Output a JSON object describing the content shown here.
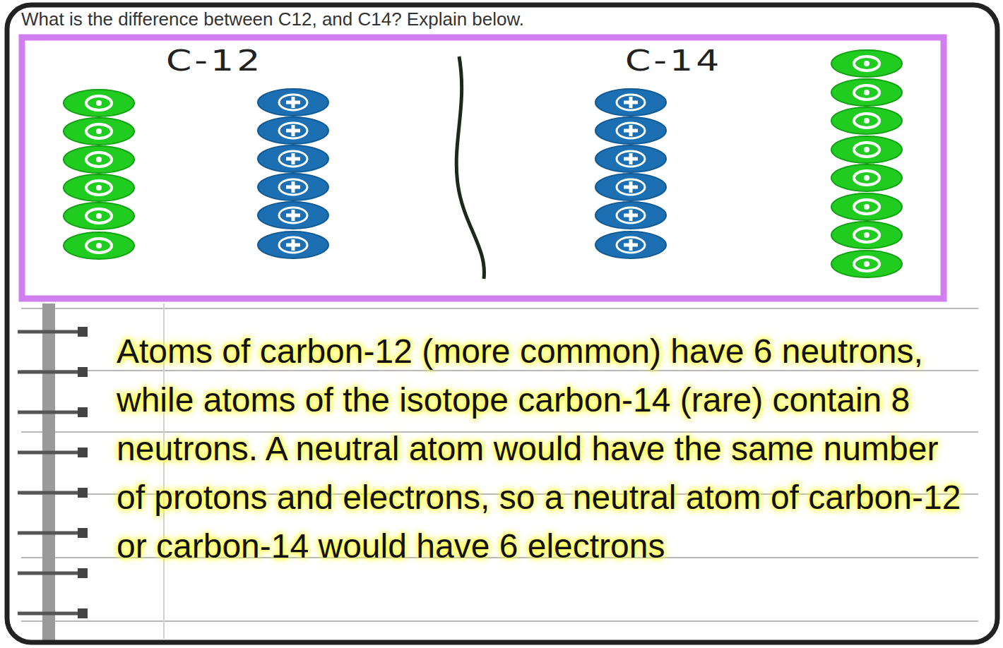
{
  "diagram": {
    "title": "What is the difference between C12, and C14? Explain below.",
    "labels": [
      "C-12",
      "C-14",
      "Atoms of carbon-12 (more common) have 6 neutrons, while atoms of the isotope carbon-14 (rare) contain 8 neutrons. A neutral atom would have the same number of protons and electrons, so a neutral atom of carbon-12 or carbon-14 would have 6 electrons"
    ]
  }
}
